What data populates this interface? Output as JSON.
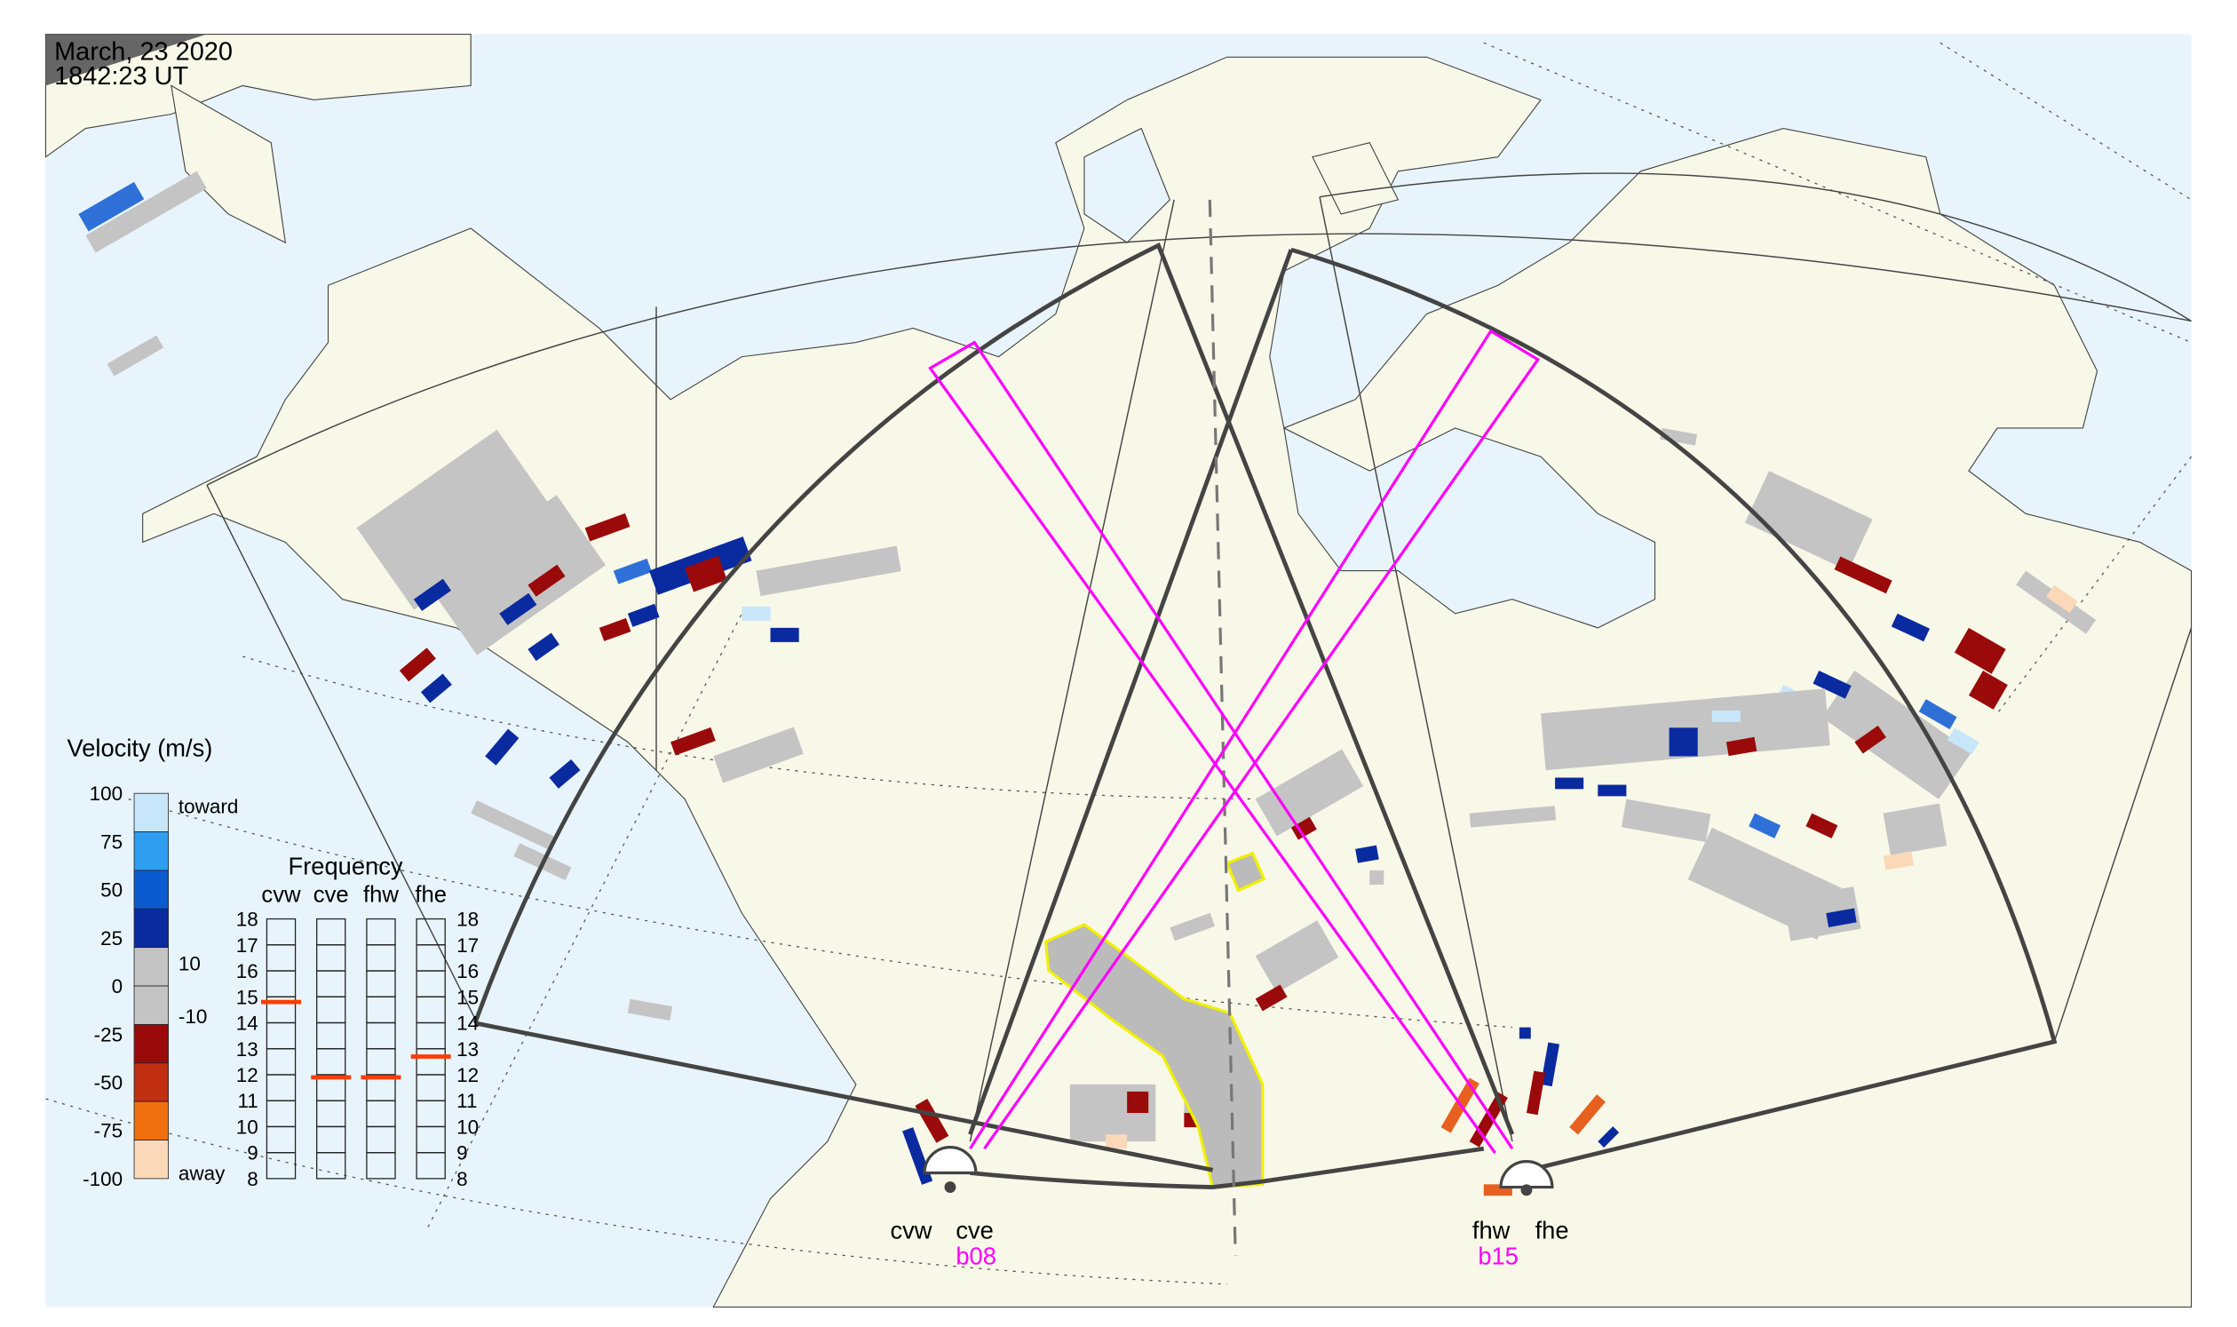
{
  "header": {
    "date": "March, 23 2020",
    "time": "1842:23 UT"
  },
  "legend": {
    "title": "Velocity (m/s)",
    "ticks": [
      "100",
      "75",
      "50",
      "25",
      "0",
      "-25",
      "-50",
      "-75",
      "-100"
    ],
    "toward_label": "toward",
    "away_label": "away",
    "gs_upper": "10",
    "gs_lower": "-10",
    "colors": [
      "#c8e6fa",
      "#2f9ef0",
      "#0a5bd0",
      "#0a2aa0",
      "#c4c4c4",
      "#c4c4c4",
      "#9a0a0a",
      "#c03010",
      "#f07010",
      "#fad8b8"
    ]
  },
  "frequency": {
    "title": "Frequency",
    "radars": [
      "cvw",
      "cve",
      "fhw",
      "fhe"
    ],
    "ticks": [
      "18",
      "17",
      "16",
      "15",
      "14",
      "13",
      "12",
      "11",
      "10",
      "9",
      "8"
    ],
    "values_mhz": [
      14.8,
      11.9,
      11.9,
      12.7
    ],
    "range_mhz": [
      8,
      18
    ],
    "marker_color": "#ff3c00"
  },
  "sites": {
    "cvw": "cvw",
    "cve": "cve",
    "fhw": "fhw",
    "fhe": "fhe",
    "beam_cve": "b08",
    "beam_fhw": "b15",
    "beam_color": "#ff00ff"
  },
  "map": {
    "ocean_color": "#e8f4fc",
    "land_color": "#f8f8e8"
  }
}
